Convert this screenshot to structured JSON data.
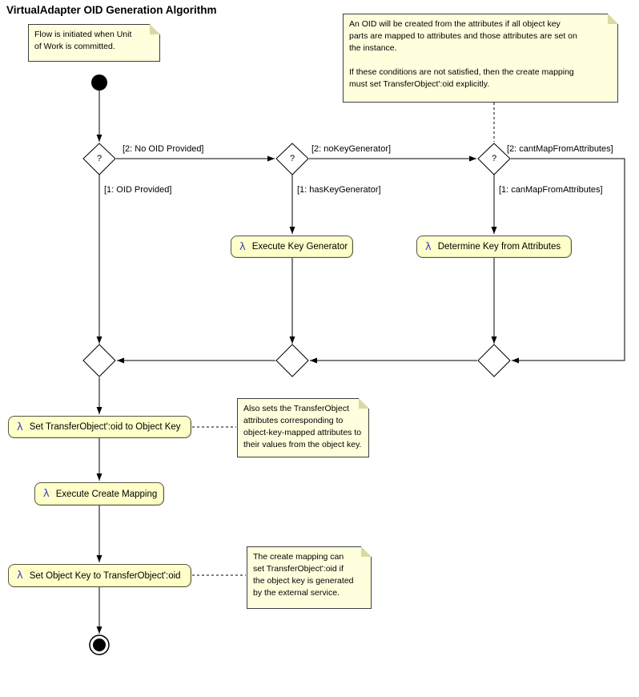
{
  "title": "VirtualAdapter OID Generation Algorithm",
  "glyphs": {
    "lambda": "λ",
    "question": "?"
  },
  "notes": {
    "flow_initiated": "Flow is initiated when Unit\nof Work is committed.",
    "oid_creation": "An OID will be created from the attributes if all object key\nparts are mapped to attributes and those attributes are set on\nthe instance.\n\nIf these conditions are not satisfied, then the create mapping\nmust set TransferObject':oid explicitly.",
    "also_sets": "Also sets the TransferObject\nattributes corresponding to\nobject-key-mapped attributes to\ntheir values from the object key.",
    "create_mapping": "The create mapping can\nset TransferObject':oid if\nthe object key is generated\nby the external service."
  },
  "actions": {
    "execute_key_generator": "Execute Key Generator",
    "determine_key_from_attributes": "Determine Key from Attributes",
    "set_oid_to_object_key": "Set TransferObject':oid to Object Key",
    "execute_create_mapping": "Execute Create Mapping",
    "set_object_key_to_oid": "Set Object Key to TransferObject':oid"
  },
  "guards": {
    "no_oid_provided": "[2: No OID Provided]",
    "oid_provided": "[1: OID Provided]",
    "no_key_generator": "[2: noKeyGenerator]",
    "has_key_generator": "[1: hasKeyGenerator]",
    "cant_map_from_attributes": "[2: cantMapFromAttributes]",
    "can_map_from_attributes": "[1: canMapFromAttributes]"
  },
  "colors": {
    "note_fill": "#ffffde",
    "action_fill": "#ffffc9",
    "lambda_blue": "#3c3ccf",
    "line": "#000000",
    "background": "#ffffff"
  }
}
